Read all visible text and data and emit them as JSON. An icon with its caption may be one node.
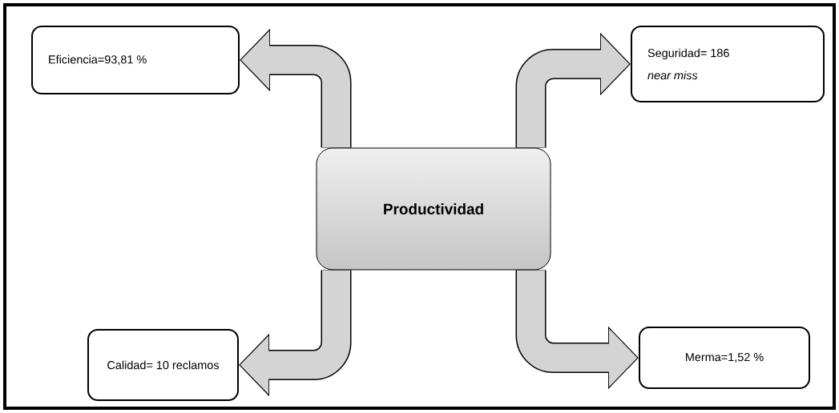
{
  "diagram": {
    "nodes": [
      {
        "text": [
          "Productividad"
        ]
      },
      {
        "text": [
          "Eficiencia=93,81 %"
        ]
      },
      {
        "text": [
          "Seguridad= 186",
          "near miss"
        ]
      },
      {
        "text": [
          "Calidad= 10 reclamos"
        ]
      },
      {
        "text": [
          "Merma=1,52 %"
        ]
      }
    ],
    "edges": [
      {
        "from": 0,
        "to": 1,
        "arrow": "to"
      },
      {
        "from": 0,
        "to": 2,
        "arrow": "to"
      },
      {
        "from": 0,
        "to": 3,
        "arrow": "to"
      },
      {
        "from": 0,
        "to": 4,
        "arrow": "to"
      }
    ]
  }
}
